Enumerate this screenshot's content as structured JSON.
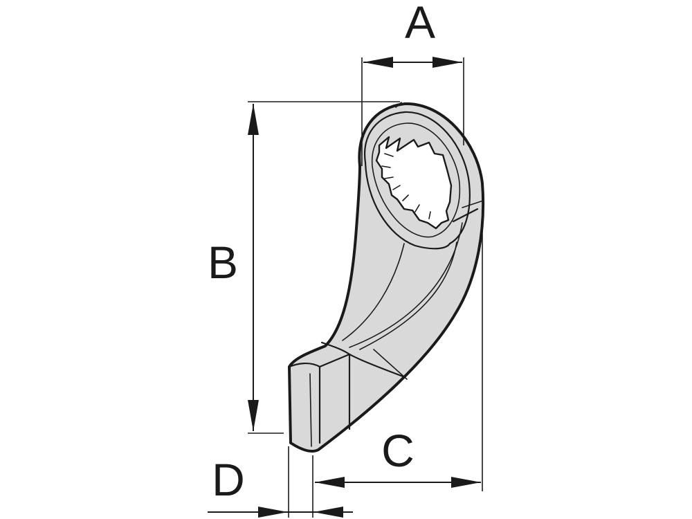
{
  "dimensions": {
    "a": "A",
    "b": "B",
    "c": "C",
    "d": "D"
  }
}
